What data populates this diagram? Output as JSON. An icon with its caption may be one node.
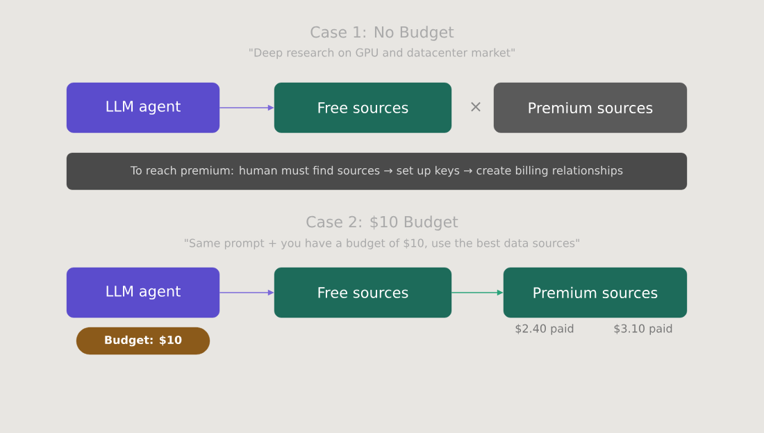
{
  "diagram": {
    "nodes": [
      {
        "text": [
          "LLM agent"
        ]
      },
      {
        "text": [
          "Free sources"
        ]
      },
      {
        "text": [
          "Premium sources"
        ]
      },
      {
        "text": [
          "To reach premium: human must find sources → set up keys → create billing relationships"
        ]
      },
      {
        "text": [
          "LLM agent"
        ]
      },
      {
        "text": [
          "Free sources"
        ]
      },
      {
        "text": [
          "Premium sources"
        ],
        "beside": [
          "$2.40 paid",
          "$3.10 paid"
        ]
      },
      {
        "text": [
          "Budget: $10"
        ]
      }
    ],
    "edges": [
      {
        "from": 0,
        "to": 1,
        "arrow": "to"
      },
      {
        "from": 4,
        "to": 5,
        "arrow": "to"
      },
      {
        "from": 5,
        "to": 6,
        "arrow": "to",
        "color": "#2aa37a"
      }
    ],
    "labels": [
      "Case 1: No Budget",
      "\"Deep research on GPU and datacenter market\"",
      "×",
      "Case 2: $10 Budget",
      "\"Same prompt + you have a budget of $10, use the best data sources\""
    ]
  }
}
